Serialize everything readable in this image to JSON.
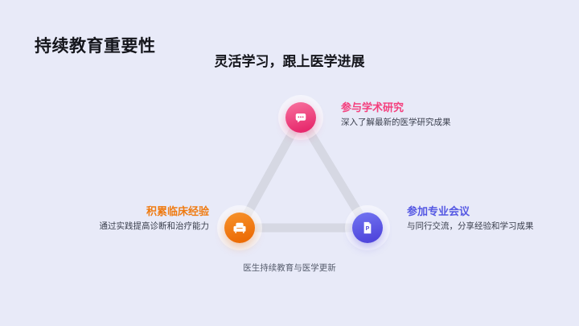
{
  "slide": {
    "title": "持续教育重要性",
    "subtitle": "灵活学习，跟上医学进展",
    "caption": "医生持续教育与医学更新"
  },
  "colors": {
    "background": "#e8eaf8",
    "heading_text": "#15161c",
    "description_text": "#3a3f4d",
    "caption_text": "#555b6b",
    "triangle_edge": "#d6d8e3",
    "pink_accent": "#f43f7d",
    "orange_accent": "#ef7b12",
    "purple_accent": "#5558e3"
  },
  "nodes": [
    {
      "id": "academic-research",
      "label": "参与学术研究",
      "description": "深入了解最新的医学研究成果",
      "accent": "#f43f7d",
      "icon": "chat-bubble-icon"
    },
    {
      "id": "clinical-experience",
      "label": "积累临床经验",
      "description": "通过实践提高诊断和治疗能力",
      "accent": "#ef7b12",
      "icon": "armchair-icon"
    },
    {
      "id": "professional-conference",
      "label": "参加专业会议",
      "description": "与同行交流，分享经验和学习成果",
      "accent": "#5558e3",
      "icon": "document-p-icon"
    }
  ]
}
